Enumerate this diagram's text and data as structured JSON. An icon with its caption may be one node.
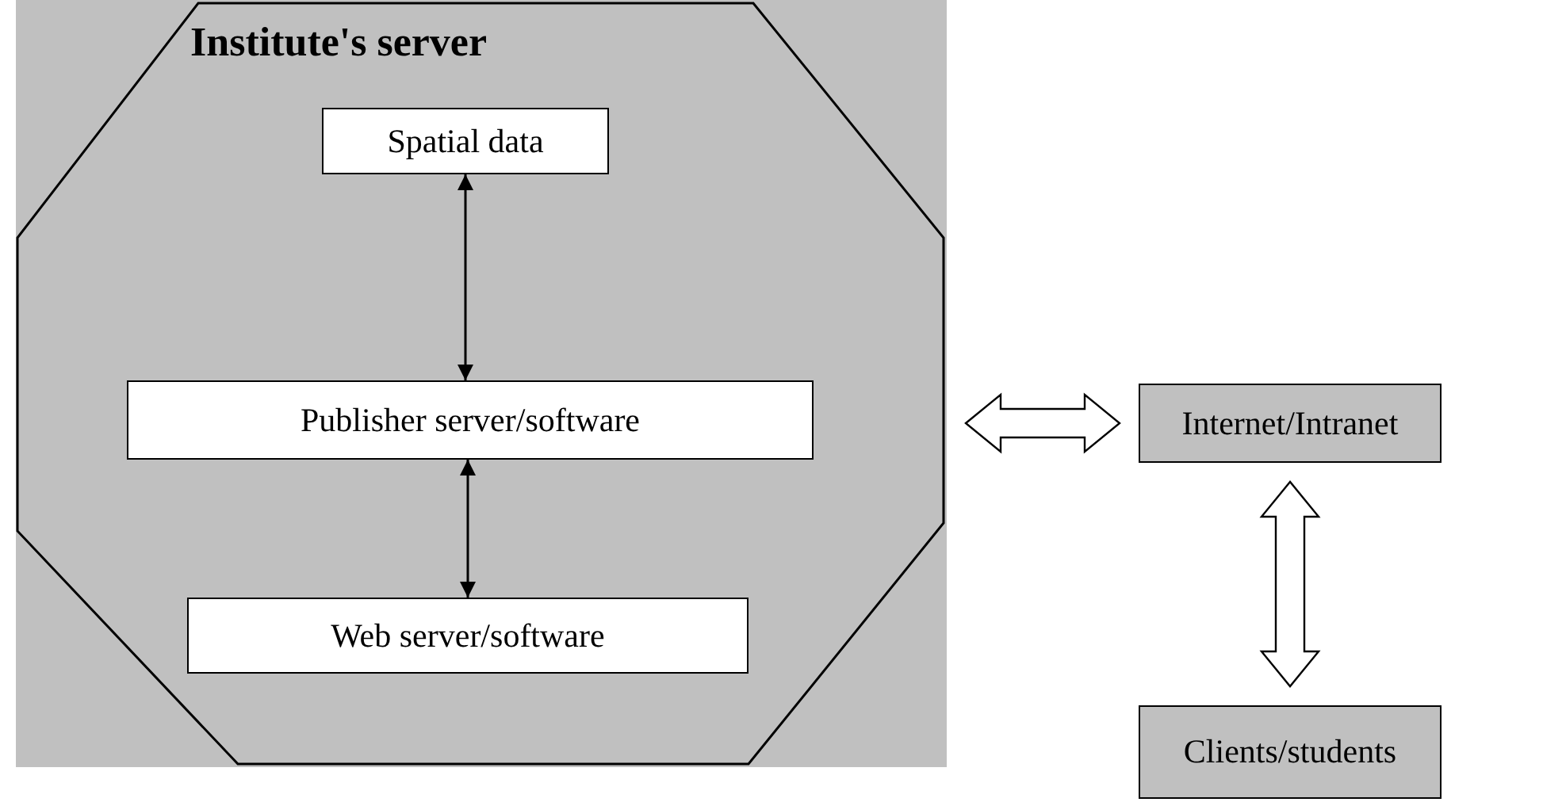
{
  "diagram": {
    "nodes": [
      {
        "text": [
          "Institute's server"
        ]
      },
      {
        "text": [
          "Spatial data"
        ],
        "in": 0
      },
      {
        "text": [
          "Publisher server/software"
        ],
        "in": 0
      },
      {
        "text": [
          "Web server/software"
        ],
        "in": 0
      },
      {
        "text": [
          "Internet/Intranet"
        ]
      },
      {
        "text": [
          "Clients/students"
        ]
      }
    ],
    "edges": [
      {
        "from": 1,
        "to": 2,
        "arrow": "both"
      },
      {
        "from": 2,
        "to": 3,
        "arrow": "both"
      },
      {
        "from": 0,
        "to": 4,
        "arrow": "both",
        "style": "thick"
      },
      {
        "from": 4,
        "to": 5,
        "arrow": "both",
        "style": "thick"
      }
    ]
  }
}
